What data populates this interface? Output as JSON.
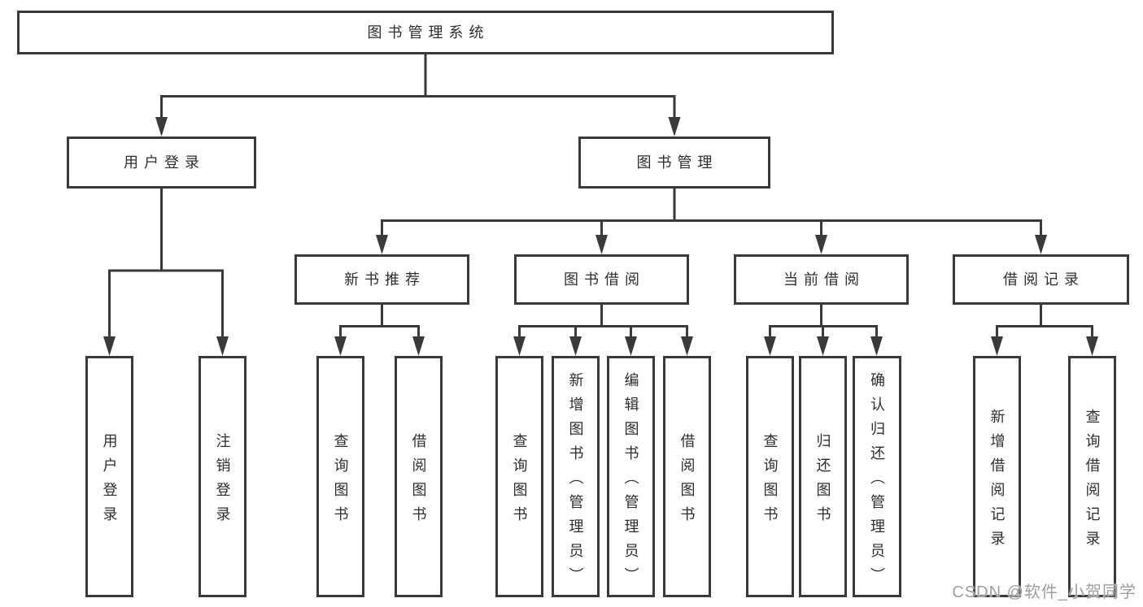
{
  "tree": {
    "root": "图书管理系统",
    "branches": [
      {
        "label": "用户登录",
        "children": [
          {
            "label": "用户登录"
          },
          {
            "label": "注销登录"
          }
        ]
      },
      {
        "label": "图书管理",
        "children": [
          {
            "label": "新书推荐",
            "children": [
              {
                "label": "查询图书"
              },
              {
                "label": "借阅图书"
              }
            ]
          },
          {
            "label": "图书借阅",
            "children": [
              {
                "label": "查询图书"
              },
              {
                "label": "新增图书（管理员）"
              },
              {
                "label": "编辑图书（管理员）"
              },
              {
                "label": "借阅图书"
              }
            ]
          },
          {
            "label": "当前借阅",
            "children": [
              {
                "label": "查询图书"
              },
              {
                "label": "归还图书"
              },
              {
                "label": "确认归还（管理员）"
              }
            ]
          },
          {
            "label": "借阅记录",
            "children": [
              {
                "label": "新增借阅记录"
              },
              {
                "label": "查询借阅记录"
              }
            ]
          }
        ]
      }
    ]
  },
  "watermark": "CSDN @软件_小贺同学",
  "colors": {
    "line": "#3a3a3a",
    "text": "#2e2e2e",
    "background": "#ffffff",
    "watermark": "#9e9e9e"
  }
}
